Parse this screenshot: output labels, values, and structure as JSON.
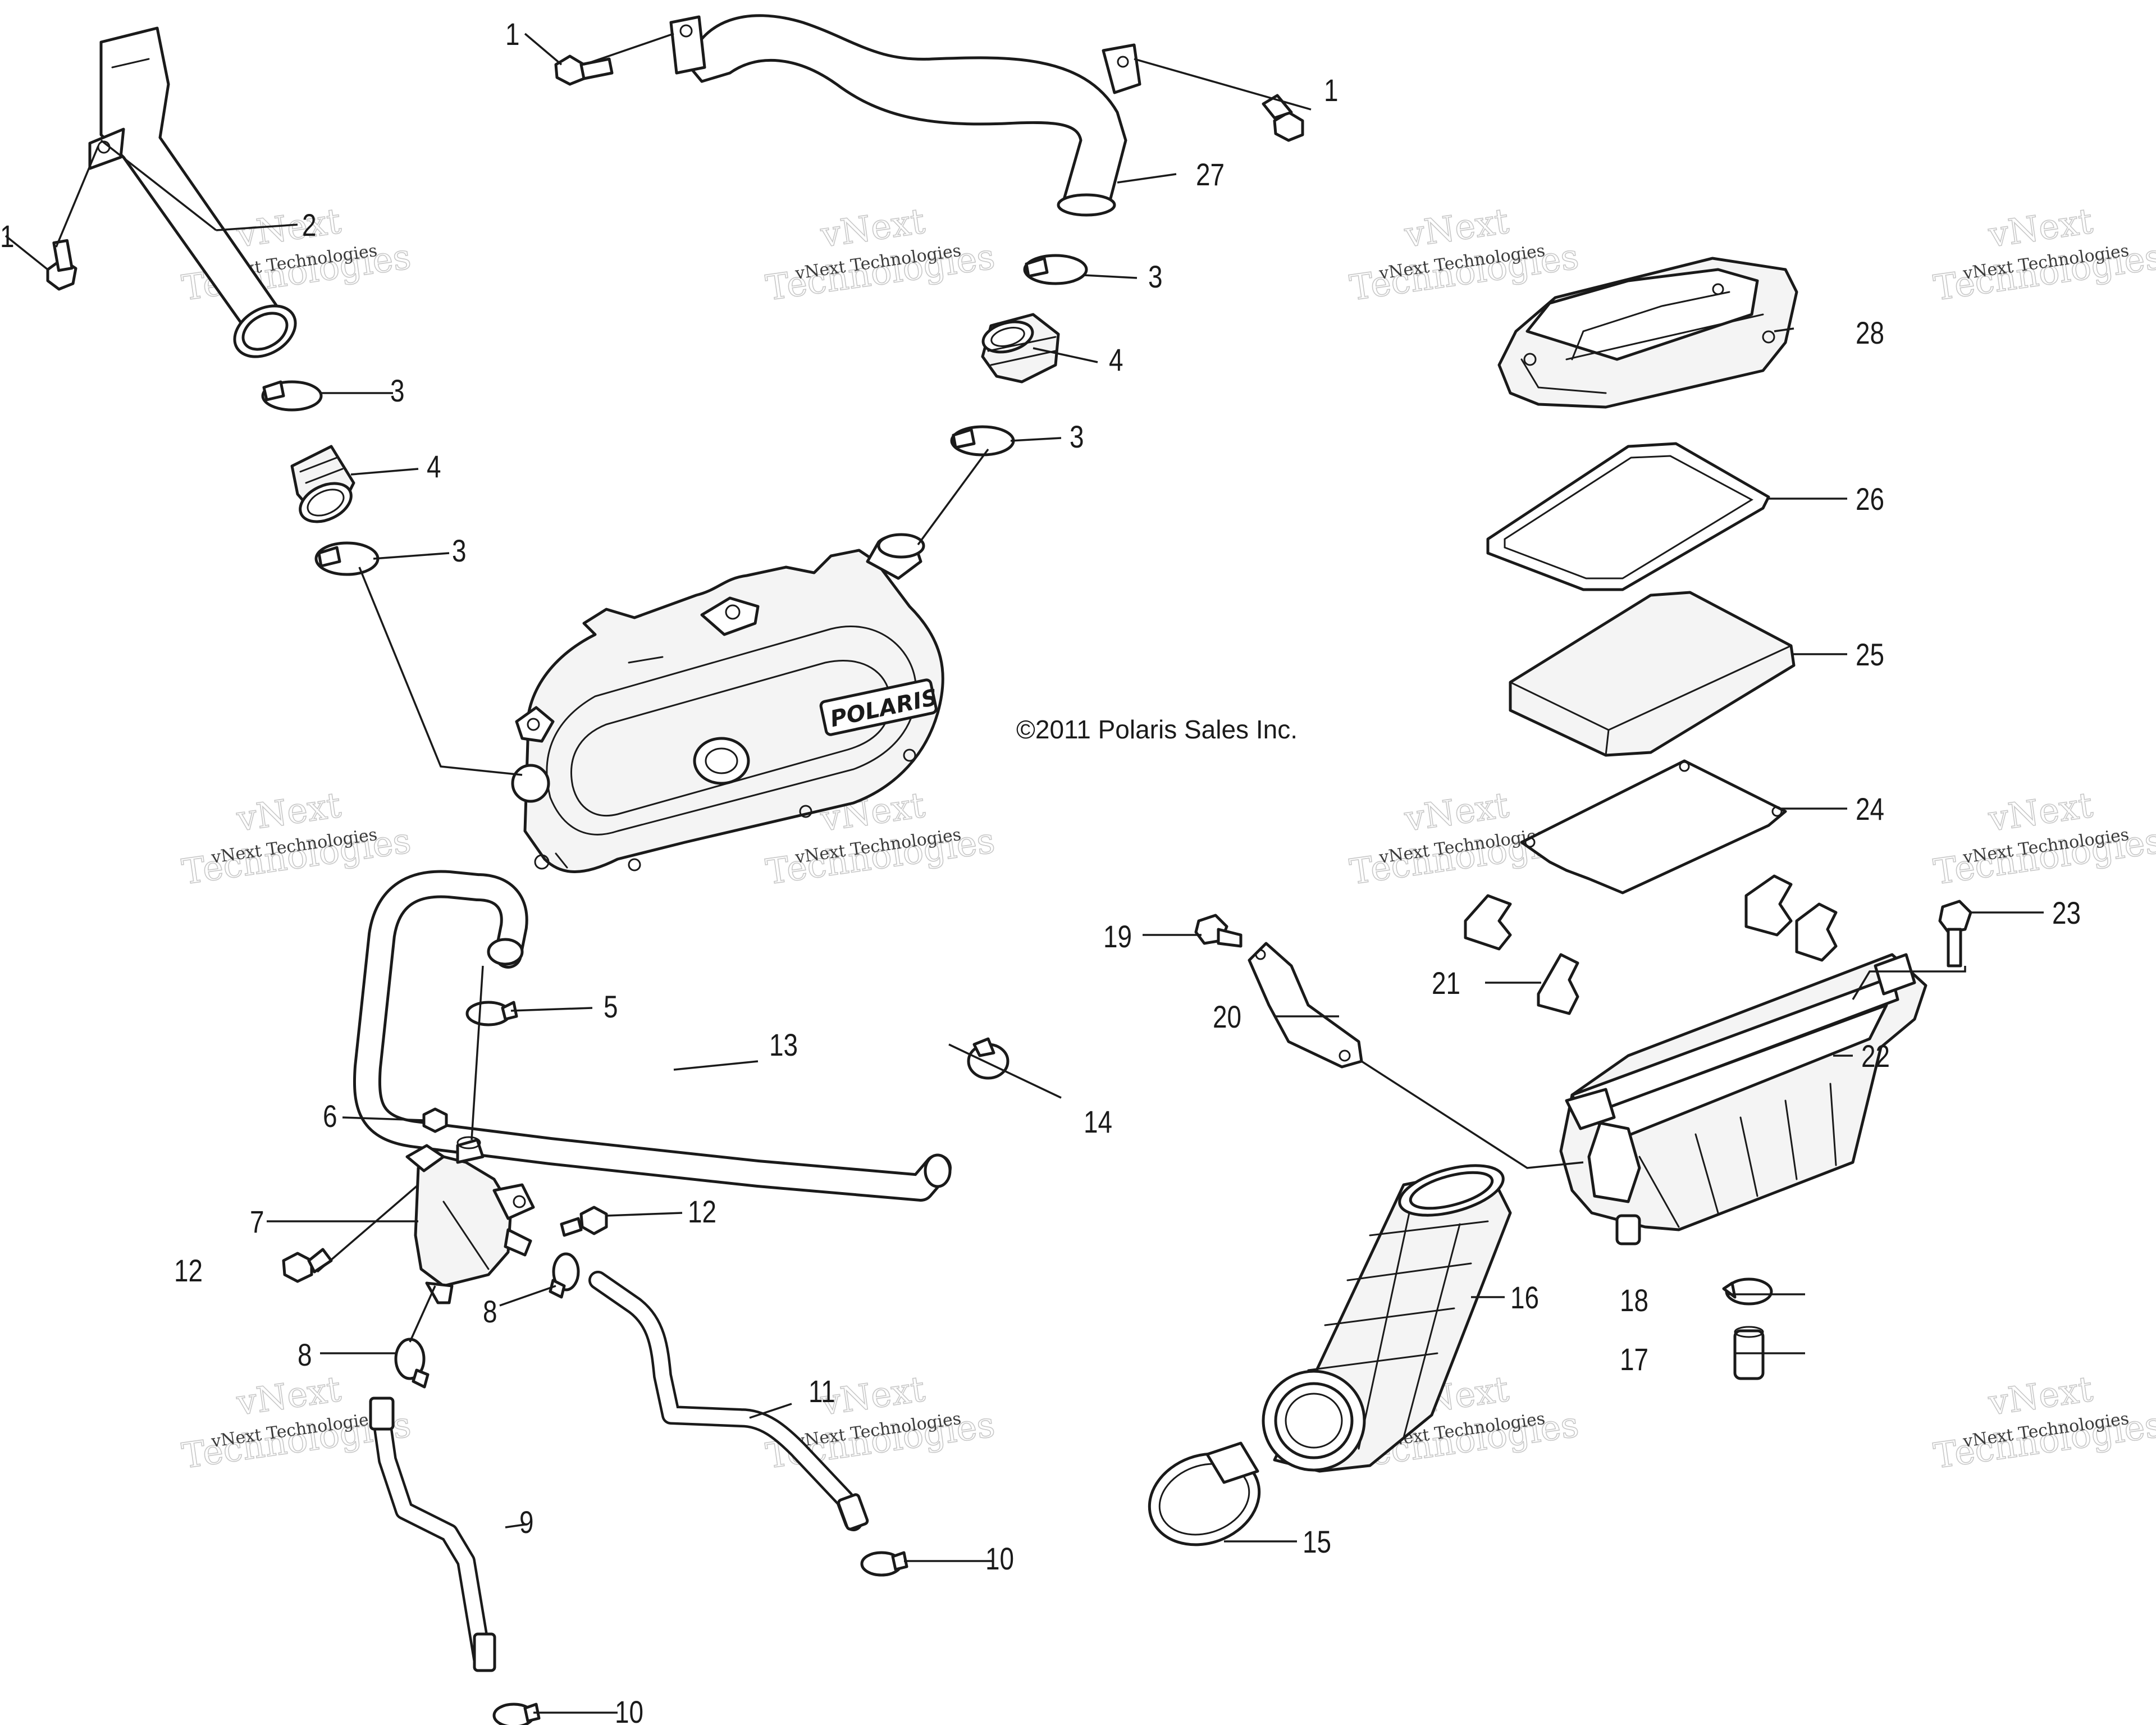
{
  "diagram": {
    "copyright": "©2011 Polaris Sales Inc.",
    "brand_mark": "POLARIS",
    "watermark": {
      "brand": "vNext",
      "company": "Technologies",
      "caption": "vNext Technologies"
    },
    "callouts": {
      "c1a": "1",
      "c1b": "1",
      "c1c": "1",
      "c2": "2",
      "c3a": "3",
      "c3b": "3",
      "c3c": "3",
      "c3d": "3",
      "c4a": "4",
      "c4b": "4",
      "c5": "5",
      "c6": "6",
      "c7": "7",
      "c8a": "8",
      "c8b": "8",
      "c9": "9",
      "c10a": "10",
      "c10b": "10",
      "c11": "11",
      "c12a": "12",
      "c12b": "12",
      "c13": "13",
      "c14": "14",
      "c15": "15",
      "c16": "16",
      "c17": "17",
      "c18": "18",
      "c19": "19",
      "c20": "20",
      "c21": "21",
      "c22": "22",
      "c23": "23",
      "c24": "24",
      "c25": "25",
      "c26": "26",
      "c27": "27",
      "c28": "28"
    }
  }
}
